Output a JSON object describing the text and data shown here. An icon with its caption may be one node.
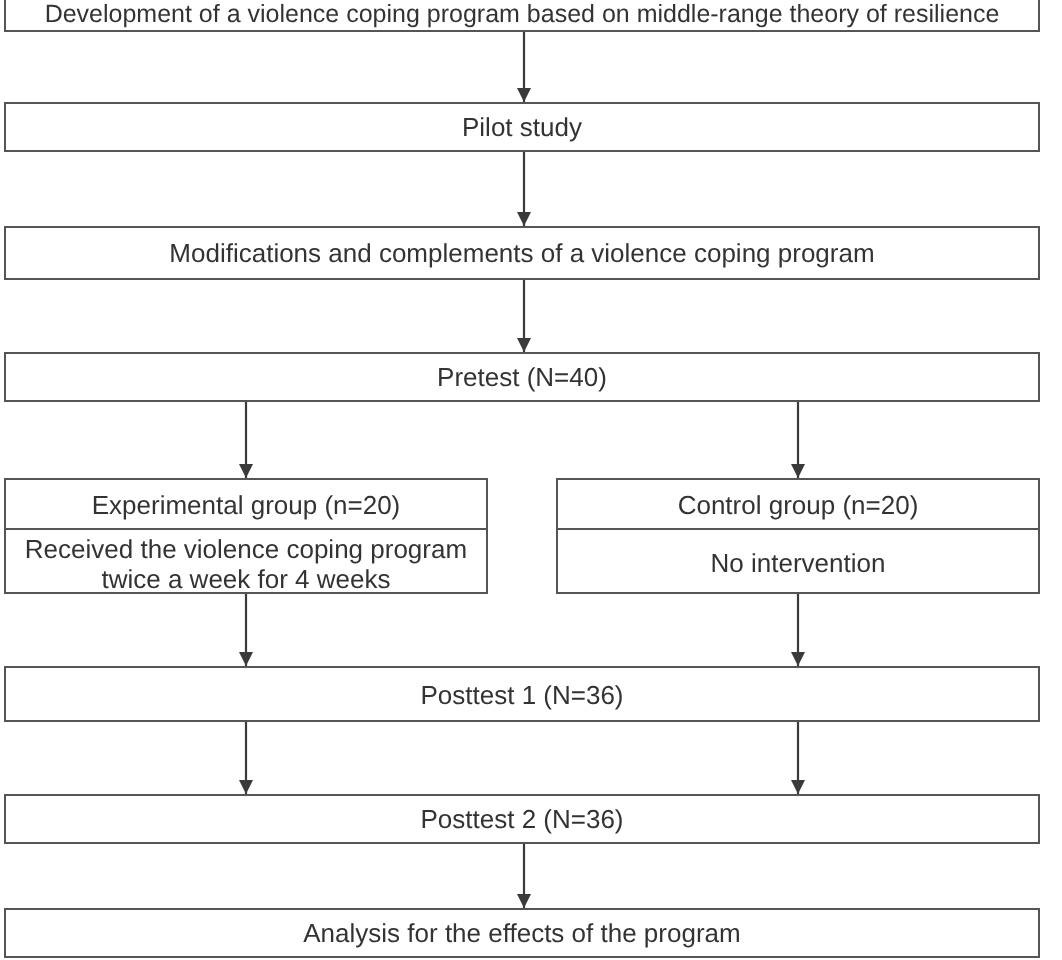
{
  "diagram": {
    "nodes": [
      {
        "text": [
          "Development of a violence coping program based on middle-range theory of resilience"
        ]
      },
      {
        "text": [
          "Pilot study"
        ]
      },
      {
        "text": [
          "Modifications and complements of a violence coping program"
        ]
      },
      {
        "text": [
          "Pretest (N=40)"
        ]
      },
      {
        "text": [
          "Experimental group (n=20)",
          "Received the violence coping program twice a week for 4 weeks"
        ]
      },
      {
        "text": [
          "Control group (n=20)",
          "No intervention"
        ]
      },
      {
        "text": [
          "Posttest 1 (N=36)"
        ]
      },
      {
        "text": [
          "Posttest 2 (N=36)"
        ]
      },
      {
        "text": [
          "Analysis for the effects of the program"
        ]
      }
    ],
    "edges": [
      {
        "from": 0,
        "to": 1,
        "arrow": "to"
      },
      {
        "from": 1,
        "to": 2,
        "arrow": "to"
      },
      {
        "from": 2,
        "to": 3,
        "arrow": "to"
      },
      {
        "from": 3,
        "to": 4,
        "arrow": "to"
      },
      {
        "from": 3,
        "to": 5,
        "arrow": "to"
      },
      {
        "from": 4,
        "to": 6,
        "arrow": "to"
      },
      {
        "from": 5,
        "to": 6,
        "arrow": "to"
      },
      {
        "from": 6,
        "to": 7,
        "arrow": "to"
      },
      {
        "from": 6,
        "to": 7,
        "arrow": "to"
      },
      {
        "from": 7,
        "to": 8,
        "arrow": "to"
      }
    ]
  }
}
